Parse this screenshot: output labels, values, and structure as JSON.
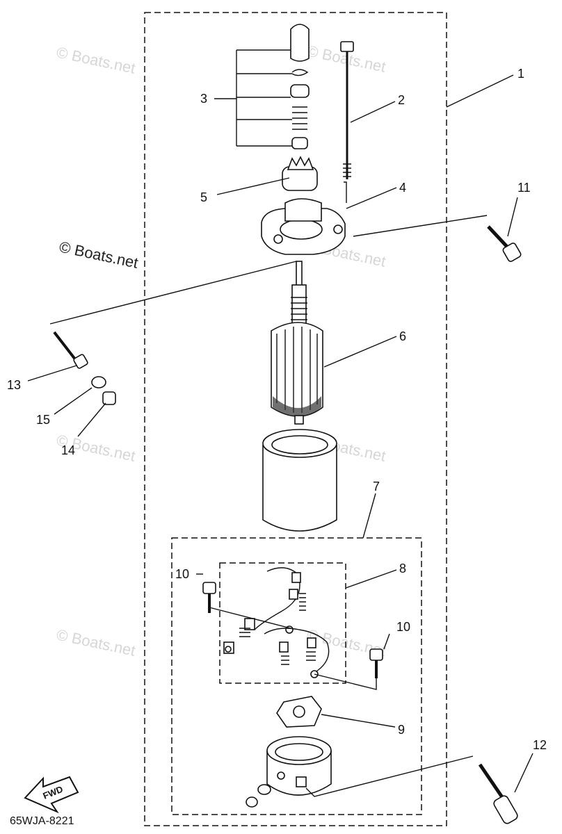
{
  "diagram_code": "65WJA-8221",
  "fwd_label": "FWD",
  "watermark": "© Boats.net",
  "callouts": {
    "c1": "1",
    "c2": "2",
    "c3": "3",
    "c4": "4",
    "c5": "5",
    "c6": "6",
    "c7": "7",
    "c8": "8",
    "c9": "9",
    "c10a": "10",
    "c10b": "10",
    "c11": "11",
    "c12": "12",
    "c13": "13",
    "c14": "14",
    "c15": "15"
  }
}
